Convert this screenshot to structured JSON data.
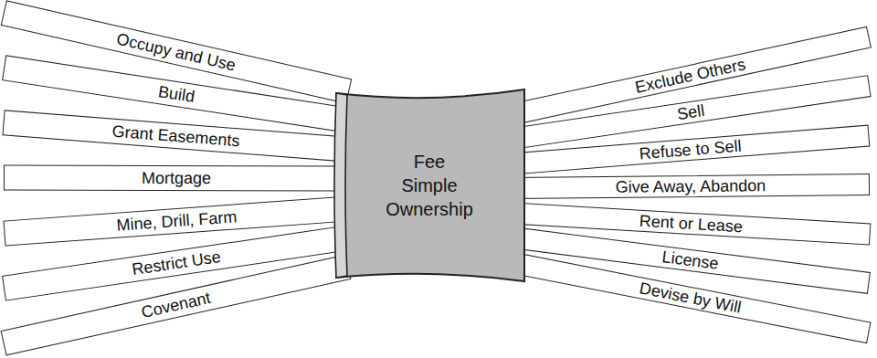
{
  "diagram": {
    "nodes": [
      {
        "text": [
          "Occupy and Use"
        ]
      },
      {
        "text": [
          "Build"
        ]
      },
      {
        "text": [
          "Grant Easements"
        ]
      },
      {
        "text": [
          "Mortgage"
        ]
      },
      {
        "text": [
          "Mine, Drill, Farm"
        ]
      },
      {
        "text": [
          "Restrict Use"
        ]
      },
      {
        "text": [
          "Covenant"
        ]
      },
      {
        "text": [
          "Fee Simple Ownership"
        ]
      },
      {
        "text": [
          "Exclude Others"
        ]
      },
      {
        "text": [
          "Sell"
        ]
      },
      {
        "text": [
          "Refuse to Sell"
        ]
      },
      {
        "text": [
          "Give Away, Abandon"
        ]
      },
      {
        "text": [
          "Rent or Lease"
        ]
      },
      {
        "text": [
          "License"
        ]
      },
      {
        "text": [
          "Devise by Will"
        ]
      }
    ]
  }
}
